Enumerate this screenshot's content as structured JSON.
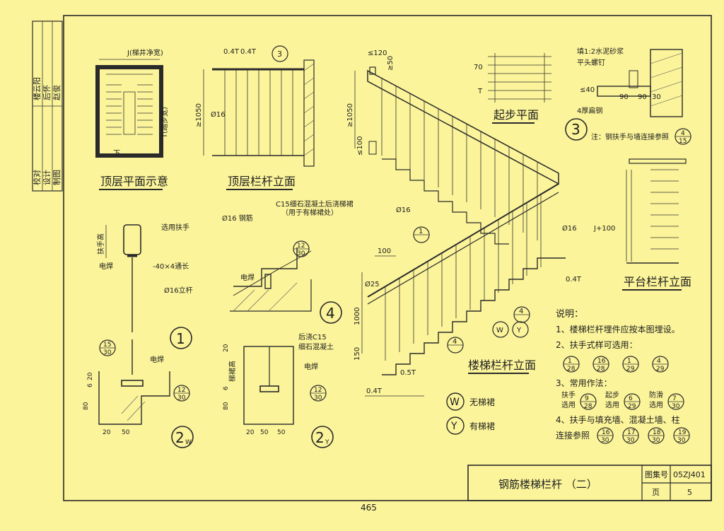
{
  "sheet": {
    "page_number": "465",
    "title": "钢筋楼梯栏杆  （二）",
    "atlas_label": "图集号",
    "atlas_no": "05ZJ401",
    "page_label": "页",
    "page_no": "5"
  },
  "left_strip": {
    "roles": [
      "校对",
      "设计",
      "制图"
    ],
    "names": [
      "楼云阳",
      "后怀",
      "赵俊"
    ]
  },
  "views": {
    "top_plan": {
      "title": "顶层平面示意",
      "dim_j": "J(梯井净宽)",
      "dim_t": "T(踏步宽)",
      "down": "下"
    },
    "top_railing": {
      "title": "顶层栏杆立面",
      "d1": "0.4T",
      "d2": "0.4T",
      "height": "≥1050",
      "bar": "Ø16",
      "ref_no": "3"
    },
    "stair_elev": {
      "title": "楼梯栏杆立面",
      "top_dim": "≤120",
      "top_dim2": "≥50",
      "height": "≥1050",
      "bottom_dim": "≤100",
      "bar": "Ø16",
      "d25": "Ø25",
      "h1000": "1000",
      "d100": "100",
      "d150": "150",
      "d05T": "0.5T",
      "d04T": "0.4T",
      "ref1": "1",
      "ref4": "4",
      "refW": "W",
      "refY": "Y"
    },
    "start_plan": {
      "title": "起步平面",
      "d70": "70",
      "dT": "T"
    },
    "detail3": {
      "label": "3",
      "n1": "填1:2水泥砂浆",
      "n2": "平头螺钉",
      "n3": "≤40",
      "n4": "4厚扁钢",
      "d90a": "90",
      "d90b": "90",
      "d30": "30",
      "note": "注：钢扶手与墙连接参照",
      "ref_top": "4",
      "ref_bot": "15"
    },
    "platform": {
      "title": "平台栏杆立面",
      "bar": "Ø16",
      "h": "J+100",
      "d": "0.4T"
    },
    "detail1": {
      "label": "1",
      "n1": "选用扶手",
      "n2": "扶手高",
      "n3": "电焊",
      "n4": "-40×4通长",
      "n5": "Ø16立杆"
    },
    "detail4": {
      "label": "4",
      "n1": "C15细石混凝土后浇梯裙",
      "n2": "（用于有梯裙处）",
      "n3": "Ø16  钢筋",
      "n4": "电焊",
      "ref_top": "12",
      "ref_bot": "30"
    },
    "detail2w": {
      "label": "2",
      "sub": "W",
      "n1": "电焊",
      "ref15": "15",
      "ref30": "30",
      "ref12": "12",
      "ref30b": "30",
      "d20": "20",
      "d50": "50",
      "d80": "80",
      "d6": "6",
      "d20b": "20"
    },
    "detail2y": {
      "label": "2",
      "sub": "Y",
      "n1": "后浇C15",
      "n2": "细石混凝土",
      "n3": "梯裙高",
      "n4": "电焊",
      "ref12": "12",
      "ref30": "30",
      "d20": "20",
      "d50": "50",
      "d50b": "50",
      "d80": "80",
      "d6": "6",
      "d20b": "20"
    }
  },
  "legend": {
    "w_letter": "W",
    "w_text": "无梯裙",
    "y_letter": "Y",
    "y_text": "有梯裙"
  },
  "notes": {
    "heading": "说明：",
    "n1": "1、楼梯栏杆埋件应按本图埋设。",
    "n2": "2、扶手式样可选用：",
    "n2_refs": [
      {
        "t": "1",
        "b": "28"
      },
      {
        "t": "16",
        "b": "28"
      },
      {
        "t": "1",
        "b": "29"
      },
      {
        "t": "4",
        "b": "29"
      }
    ],
    "n3": "3、常用作法：",
    "n3_items": [
      {
        "a": "扶手",
        "b": "选用",
        "t": "9",
        "bb": "28"
      },
      {
        "a": "起步",
        "b": "选用",
        "t": "6",
        "bb": "29"
      },
      {
        "a": "防滑",
        "b": "选用",
        "t": "7",
        "bb": "30"
      }
    ],
    "n4a": "4、扶手与填充墙、混凝土墙、柱",
    "n4b": "连接参照",
    "n4_refs": [
      {
        "t": "16",
        "b": "30"
      },
      {
        "t": "17",
        "b": "30"
      },
      {
        "t": "18",
        "b": "30"
      },
      {
        "t": "19",
        "b": "30"
      }
    ]
  }
}
